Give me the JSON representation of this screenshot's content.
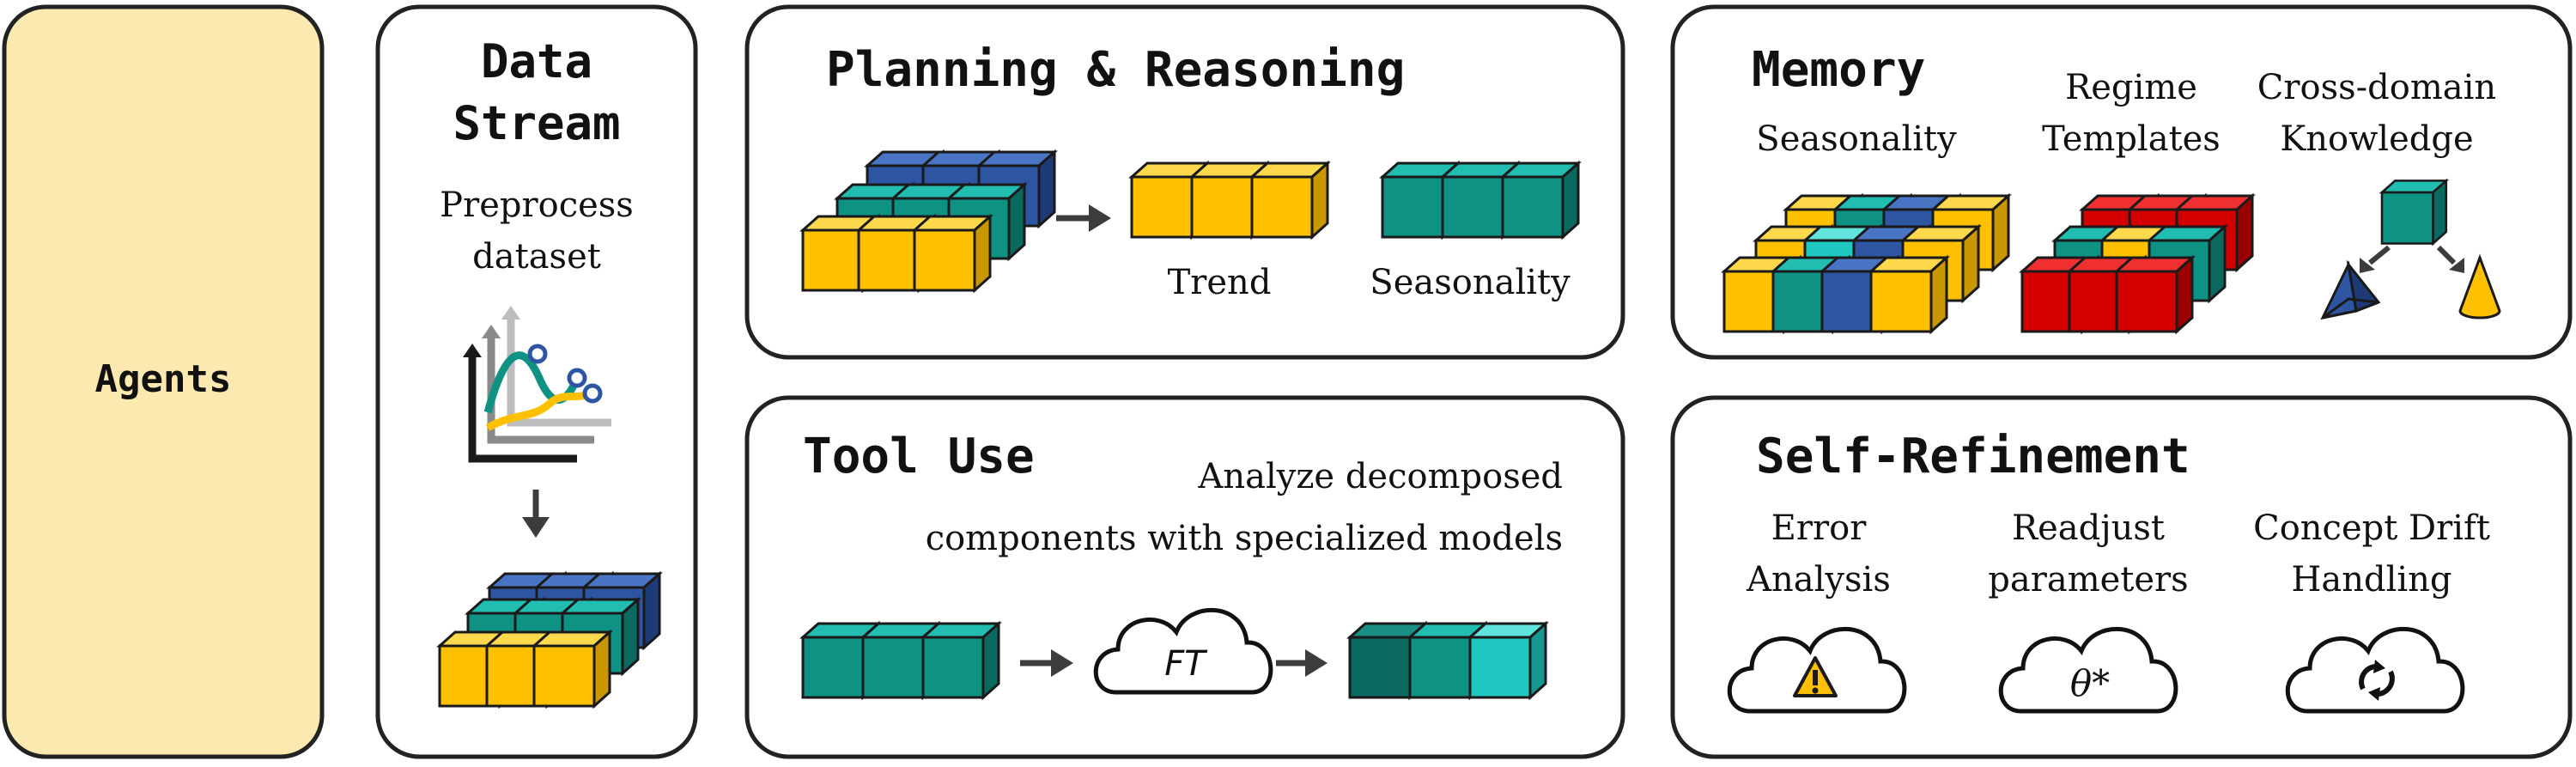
{
  "agents": {
    "label": "Agents"
  },
  "data_stream": {
    "title_line1": "Data",
    "title_line2": "Stream",
    "desc_line1": "Preprocess",
    "desc_line2": "dataset"
  },
  "planning": {
    "title": "Planning & Reasoning",
    "trend_label": "Trend",
    "seasonality_label": "Seasonality"
  },
  "memory": {
    "title": "Memory",
    "items": [
      {
        "line1": "Seasonality",
        "line2": ""
      },
      {
        "line1": "Regime",
        "line2": "Templates"
      },
      {
        "line1": "Cross-domain",
        "line2": "Knowledge"
      }
    ]
  },
  "tool_use": {
    "title": "Tool Use",
    "desc_line1": "Analyze decomposed",
    "desc_line2": "components with specialized models",
    "cloud_label": "FT"
  },
  "self_refinement": {
    "title": "Self-Refinement",
    "items": [
      {
        "line1": "Error",
        "line2": "Analysis",
        "icon": "warning-icon"
      },
      {
        "line1": "Readjust",
        "line2": "parameters",
        "icon": "theta-icon",
        "symbol": "θ*"
      },
      {
        "line1": "Concept Drift",
        "line2": "Handling",
        "icon": "refresh-icon"
      }
    ]
  },
  "colors": {
    "yellow": "#FFC000",
    "teal": "#0E9284",
    "cyan": "#1EC8C0",
    "blue": "#2E55A2",
    "red": "#D40000",
    "agents_bg": "#FCE9B0"
  }
}
